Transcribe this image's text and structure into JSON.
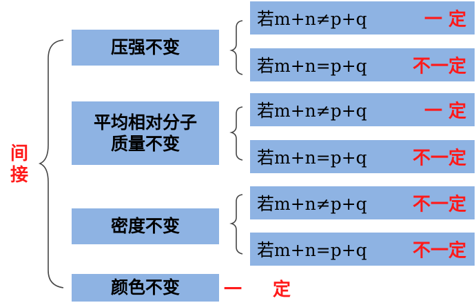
{
  "side_label": [
    "间",
    "接"
  ],
  "groups": [
    {
      "label": "压强不变",
      "rows": [
        {
          "condition": "若m+n≠p+q",
          "result": "一 定"
        },
        {
          "condition": "若m+n=p+q",
          "result": "不一定"
        }
      ]
    },
    {
      "label_lines": [
        "平均相对分子",
        "质量不变"
      ],
      "rows": [
        {
          "condition": "若m+n≠p+q",
          "result": "一 定"
        },
        {
          "condition": "若m+n=p+q",
          "result": "不一定"
        }
      ]
    },
    {
      "label": "密度不变",
      "rows": [
        {
          "condition": "若m+n≠p+q",
          "result": "不一定"
        },
        {
          "condition": "若m+n=p+q",
          "result": "不一定"
        }
      ]
    },
    {
      "label": "颜色不变",
      "result": "一 定"
    }
  ],
  "colors": {
    "box": "#8eb3e3",
    "accent": "#ff1a1a"
  }
}
